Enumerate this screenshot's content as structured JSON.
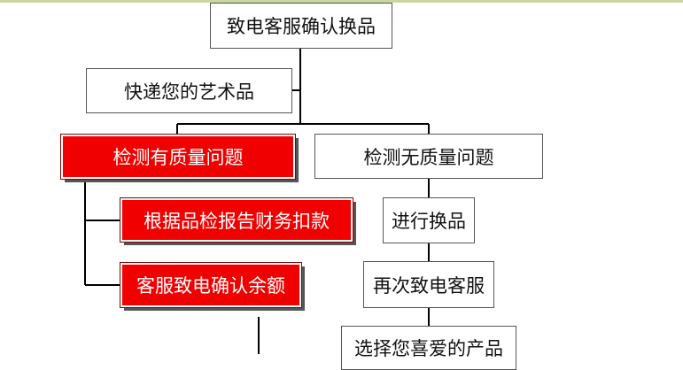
{
  "flowchart": {
    "root": "致电客服确认换品",
    "ship": "快递您的艺术品",
    "has_issue": "检测有质量问题",
    "no_issue": "检测无质量问题",
    "deduct": "根据品检报告财务扣款",
    "confirm_balance": "客服致电确认余额",
    "exchange": "进行换品",
    "call_again": "再次致电客服",
    "choose": "选择您喜爱的产品"
  },
  "colors": {
    "alert_fill": "#f00000",
    "line": "#000000",
    "top_rule": "#c9d6a3"
  }
}
